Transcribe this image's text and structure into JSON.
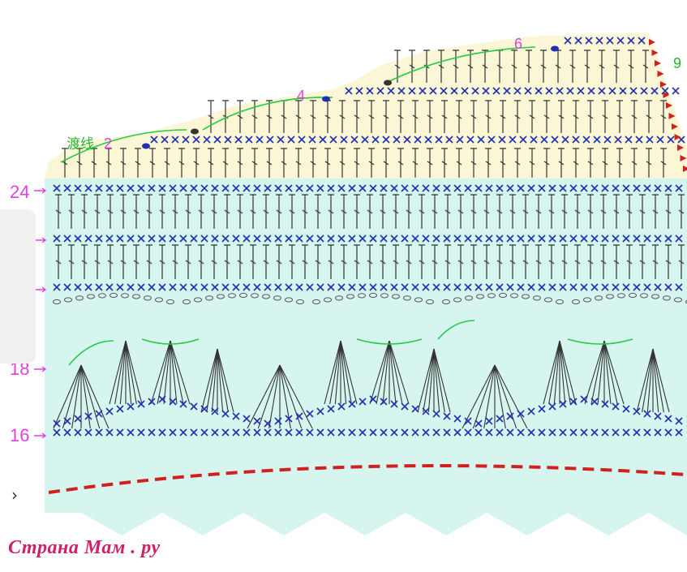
{
  "diagram": {
    "row_labels": [
      {
        "text": "24",
        "color": "#e040e0"
      },
      {
        "text": "18",
        "color": "#e040e0"
      },
      {
        "text": "16",
        "color": "#e040e0"
      }
    ],
    "step_labels": [
      {
        "text": "2",
        "color": "#e040e0"
      },
      {
        "text": "4",
        "color": "#e040e0"
      },
      {
        "text": "6",
        "color": "#e040e0"
      },
      {
        "text": "9",
        "color": "#22bb22"
      }
    ],
    "annotation": {
      "text": "渡线",
      "color": "#22bb22"
    },
    "colors": {
      "yoke_fill": "#fbf7d6",
      "body_fill": "#d6f5ee",
      "sc_stitch": "#2030b0",
      "dc_stitch": "#333333",
      "chain": "#555555",
      "row_arrow": "#e040e0",
      "green_arc": "#22cc44",
      "dashed_line": "#d02020",
      "edge_triangles": "#d02020"
    }
  },
  "watermark": {
    "text": "Страна Мам . ру",
    "color": "#d0206a"
  },
  "nav": {
    "expand_icon": "chevron-right-icon"
  }
}
